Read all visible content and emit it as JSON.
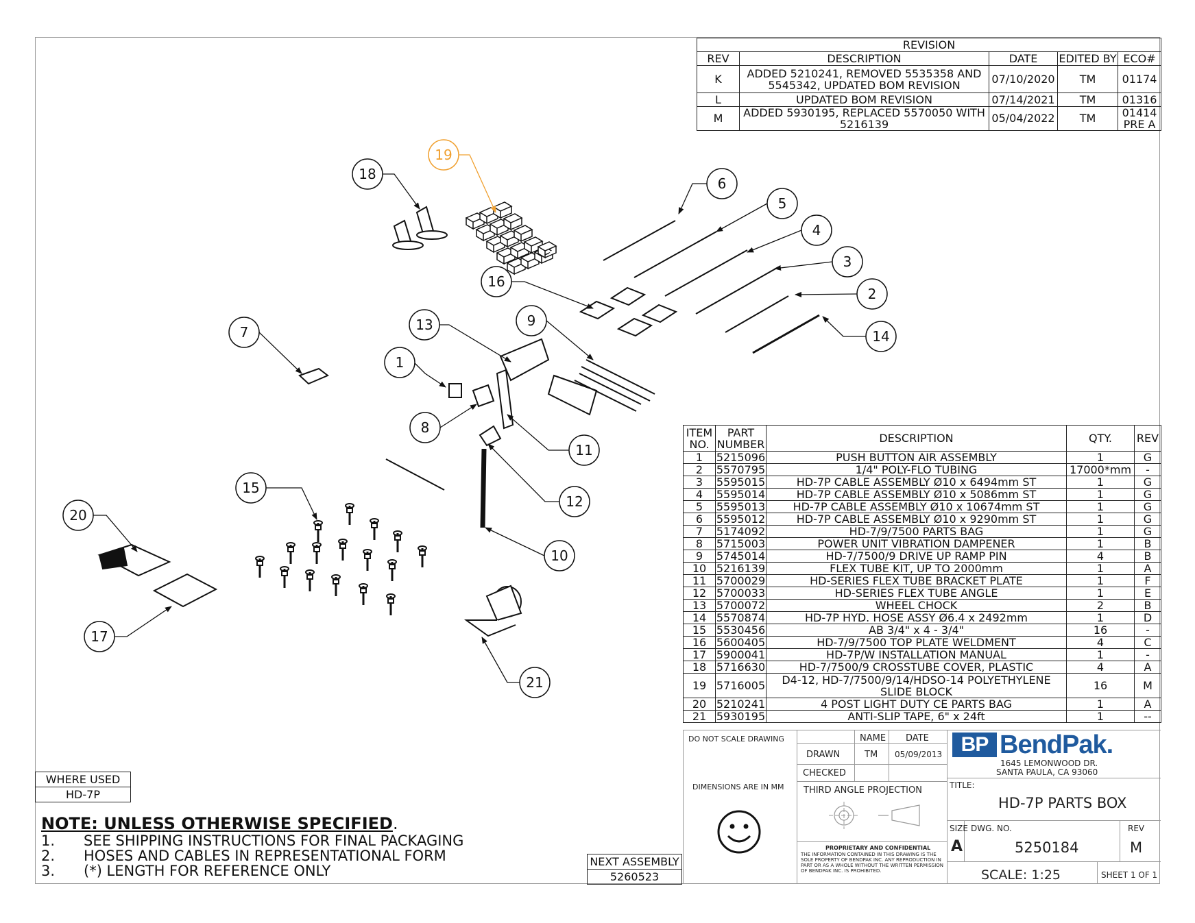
{
  "revision": {
    "title": "REVISION",
    "headers": [
      "REV",
      "DESCRIPTION",
      "DATE",
      "EDITED BY",
      "ECO#"
    ],
    "rows": [
      {
        "rev": "K",
        "description": "ADDED 5210241, REMOVED 5535358 AND 5545342, UPDATED BOM REVISION",
        "date": "07/10/2020",
        "edited_by": "TM",
        "eco": "01174"
      },
      {
        "rev": "L",
        "description": "UPDATED BOM REVISION",
        "date": "07/14/2021",
        "edited_by": "TM",
        "eco": "01316"
      },
      {
        "rev": "M",
        "description": "ADDED 5930195, REPLACED 5570050 WITH 5216139",
        "date": "05/04/2022",
        "edited_by": "TM",
        "eco": "01414 PRE A"
      }
    ]
  },
  "bom": {
    "headers": {
      "item": "ITEM NO.",
      "part": "PART NUMBER",
      "description": "DESCRIPTION",
      "qty": "QTY.",
      "rev": "REV"
    },
    "rows": [
      {
        "item": "1",
        "part": "5215096",
        "description": "PUSH BUTTON AIR ASSEMBLY",
        "qty": "1",
        "rev": "G"
      },
      {
        "item": "2",
        "part": "5570795",
        "description": "1/4\" POLY-FLO TUBING",
        "qty": "17000*mm",
        "rev": "-"
      },
      {
        "item": "3",
        "part": "5595015",
        "description": "HD-7P CABLE ASSEMBLY Ø10 x 6494mm ST",
        "qty": "1",
        "rev": "G"
      },
      {
        "item": "4",
        "part": "5595014",
        "description": "HD-7P CABLE ASSEMBLY Ø10 x 5086mm ST",
        "qty": "1",
        "rev": "G"
      },
      {
        "item": "5",
        "part": "5595013",
        "description": "HD-7P CABLE ASSEMBLY Ø10 x 10674mm ST",
        "qty": "1",
        "rev": "G"
      },
      {
        "item": "6",
        "part": "5595012",
        "description": "HD-7P CABLE ASSEMBLY Ø10 x 9290mm ST",
        "qty": "1",
        "rev": "G"
      },
      {
        "item": "7",
        "part": "5174092",
        "description": "HD-7/9/7500 PARTS BAG",
        "qty": "1",
        "rev": "G"
      },
      {
        "item": "8",
        "part": "5715003",
        "description": "POWER UNIT VIBRATION DAMPENER",
        "qty": "1",
        "rev": "B"
      },
      {
        "item": "9",
        "part": "5745014",
        "description": "HD-7/7500/9 DRIVE UP RAMP PIN",
        "qty": "4",
        "rev": "B"
      },
      {
        "item": "10",
        "part": "5216139",
        "description": "FLEX TUBE KIT, UP TO 2000mm",
        "qty": "1",
        "rev": "A"
      },
      {
        "item": "11",
        "part": "5700029",
        "description": "HD-SERIES FLEX TUBE BRACKET PLATE",
        "qty": "1",
        "rev": "F"
      },
      {
        "item": "12",
        "part": "5700033",
        "description": "HD-SERIES FLEX TUBE ANGLE",
        "qty": "1",
        "rev": "E"
      },
      {
        "item": "13",
        "part": "5700072",
        "description": "WHEEL CHOCK",
        "qty": "2",
        "rev": "B"
      },
      {
        "item": "14",
        "part": "5570874",
        "description": "HD-7P HYD. HOSE ASSY Ø6.4 x 2492mm",
        "qty": "1",
        "rev": "D"
      },
      {
        "item": "15",
        "part": "5530456",
        "description": "AB 3/4\" x 4 - 3/4\"",
        "qty": "16",
        "rev": "-"
      },
      {
        "item": "16",
        "part": "5600405",
        "description": "HD-7/9/7500 TOP PLATE WELDMENT",
        "qty": "4",
        "rev": "C"
      },
      {
        "item": "17",
        "part": "5900041",
        "description": "HD-7P/W INSTALLATION MANUAL",
        "qty": "1",
        "rev": "-"
      },
      {
        "item": "18",
        "part": "5716630",
        "description": "HD-7/7500/9 CROSSTUBE COVER, PLASTIC",
        "qty": "4",
        "rev": "A"
      },
      {
        "item": "19",
        "part": "5716005",
        "description": "D4-12, HD-7/7500/9/14/HDSO-14 POLYETHYLENE SLIDE BLOCK",
        "qty": "16",
        "rev": "M"
      },
      {
        "item": "20",
        "part": "5210241",
        "description": "4 POST LIGHT DUTY CE PARTS BAG",
        "qty": "1",
        "rev": "A"
      },
      {
        "item": "21",
        "part": "5930195",
        "description": "ANTI-SLIP TAPE, 6\" x 24ft",
        "qty": "1",
        "rev": "--"
      }
    ]
  },
  "balloons": [
    "1",
    "2",
    "3",
    "4",
    "5",
    "6",
    "7",
    "8",
    "9",
    "10",
    "11",
    "12",
    "13",
    "14",
    "15",
    "16",
    "17",
    "18",
    "19",
    "20",
    "21"
  ],
  "highlight_color": "#f0a030",
  "where_used": {
    "label": "WHERE USED",
    "value": "HD-7P"
  },
  "next_assembly": {
    "label": "NEXT ASSEMBLY",
    "value": "5260523"
  },
  "notes": {
    "title": "NOTE: UNLESS OTHERWISE SPECIFIED",
    "items": [
      {
        "num": "1.",
        "text": "SEE SHIPPING INSTRUCTIONS FOR FINAL PACKAGING"
      },
      {
        "num": "2.",
        "text": "HOSES AND CABLES IN REPRESENTATIONAL FORM"
      },
      {
        "num": "3.",
        "text": "(*) LENGTH FOR REFERENCE ONLY"
      }
    ]
  },
  "title_block": {
    "do_not_scale": "DO NOT SCALE DRAWING",
    "name_header": "NAME",
    "date_header": "DATE",
    "drawn_label": "DRAWN",
    "drawn_name": "TM",
    "drawn_date": "05/09/2013",
    "checked_label": "CHECKED",
    "dimensions": "DIMENSIONS ARE IN MM",
    "projection": "THIRD ANGLE PROJECTION",
    "proprietary_title": "PROPRIETARY AND CONFIDENTIAL",
    "proprietary_text": "THE INFORMATION CONTAINED IN THIS DRAWING IS THE SOLE PROPERTY OF BENDPAK INC. ANY REPRODUCTION IN PART OR AS A WHOLE WITHOUT THE WRITTEN PERMISSION OF BENDPAK INC. IS PROHIBITED.",
    "logo_mark": "BP",
    "logo_text": "BendPak.",
    "address_line1": "1645 LEMONWOOD DR.",
    "address_line2": "SANTA PAULA, CA 93060",
    "title_label": "TITLE:",
    "title": "HD-7P PARTS BOX",
    "size_label": "SIZE",
    "size": "A",
    "dwg_label": "DWG. NO.",
    "dwg_no": "5250184",
    "rev_label": "REV",
    "rev": "M",
    "scale": "SCALE: 1:25",
    "sheet": "SHEET 1 OF 1"
  }
}
